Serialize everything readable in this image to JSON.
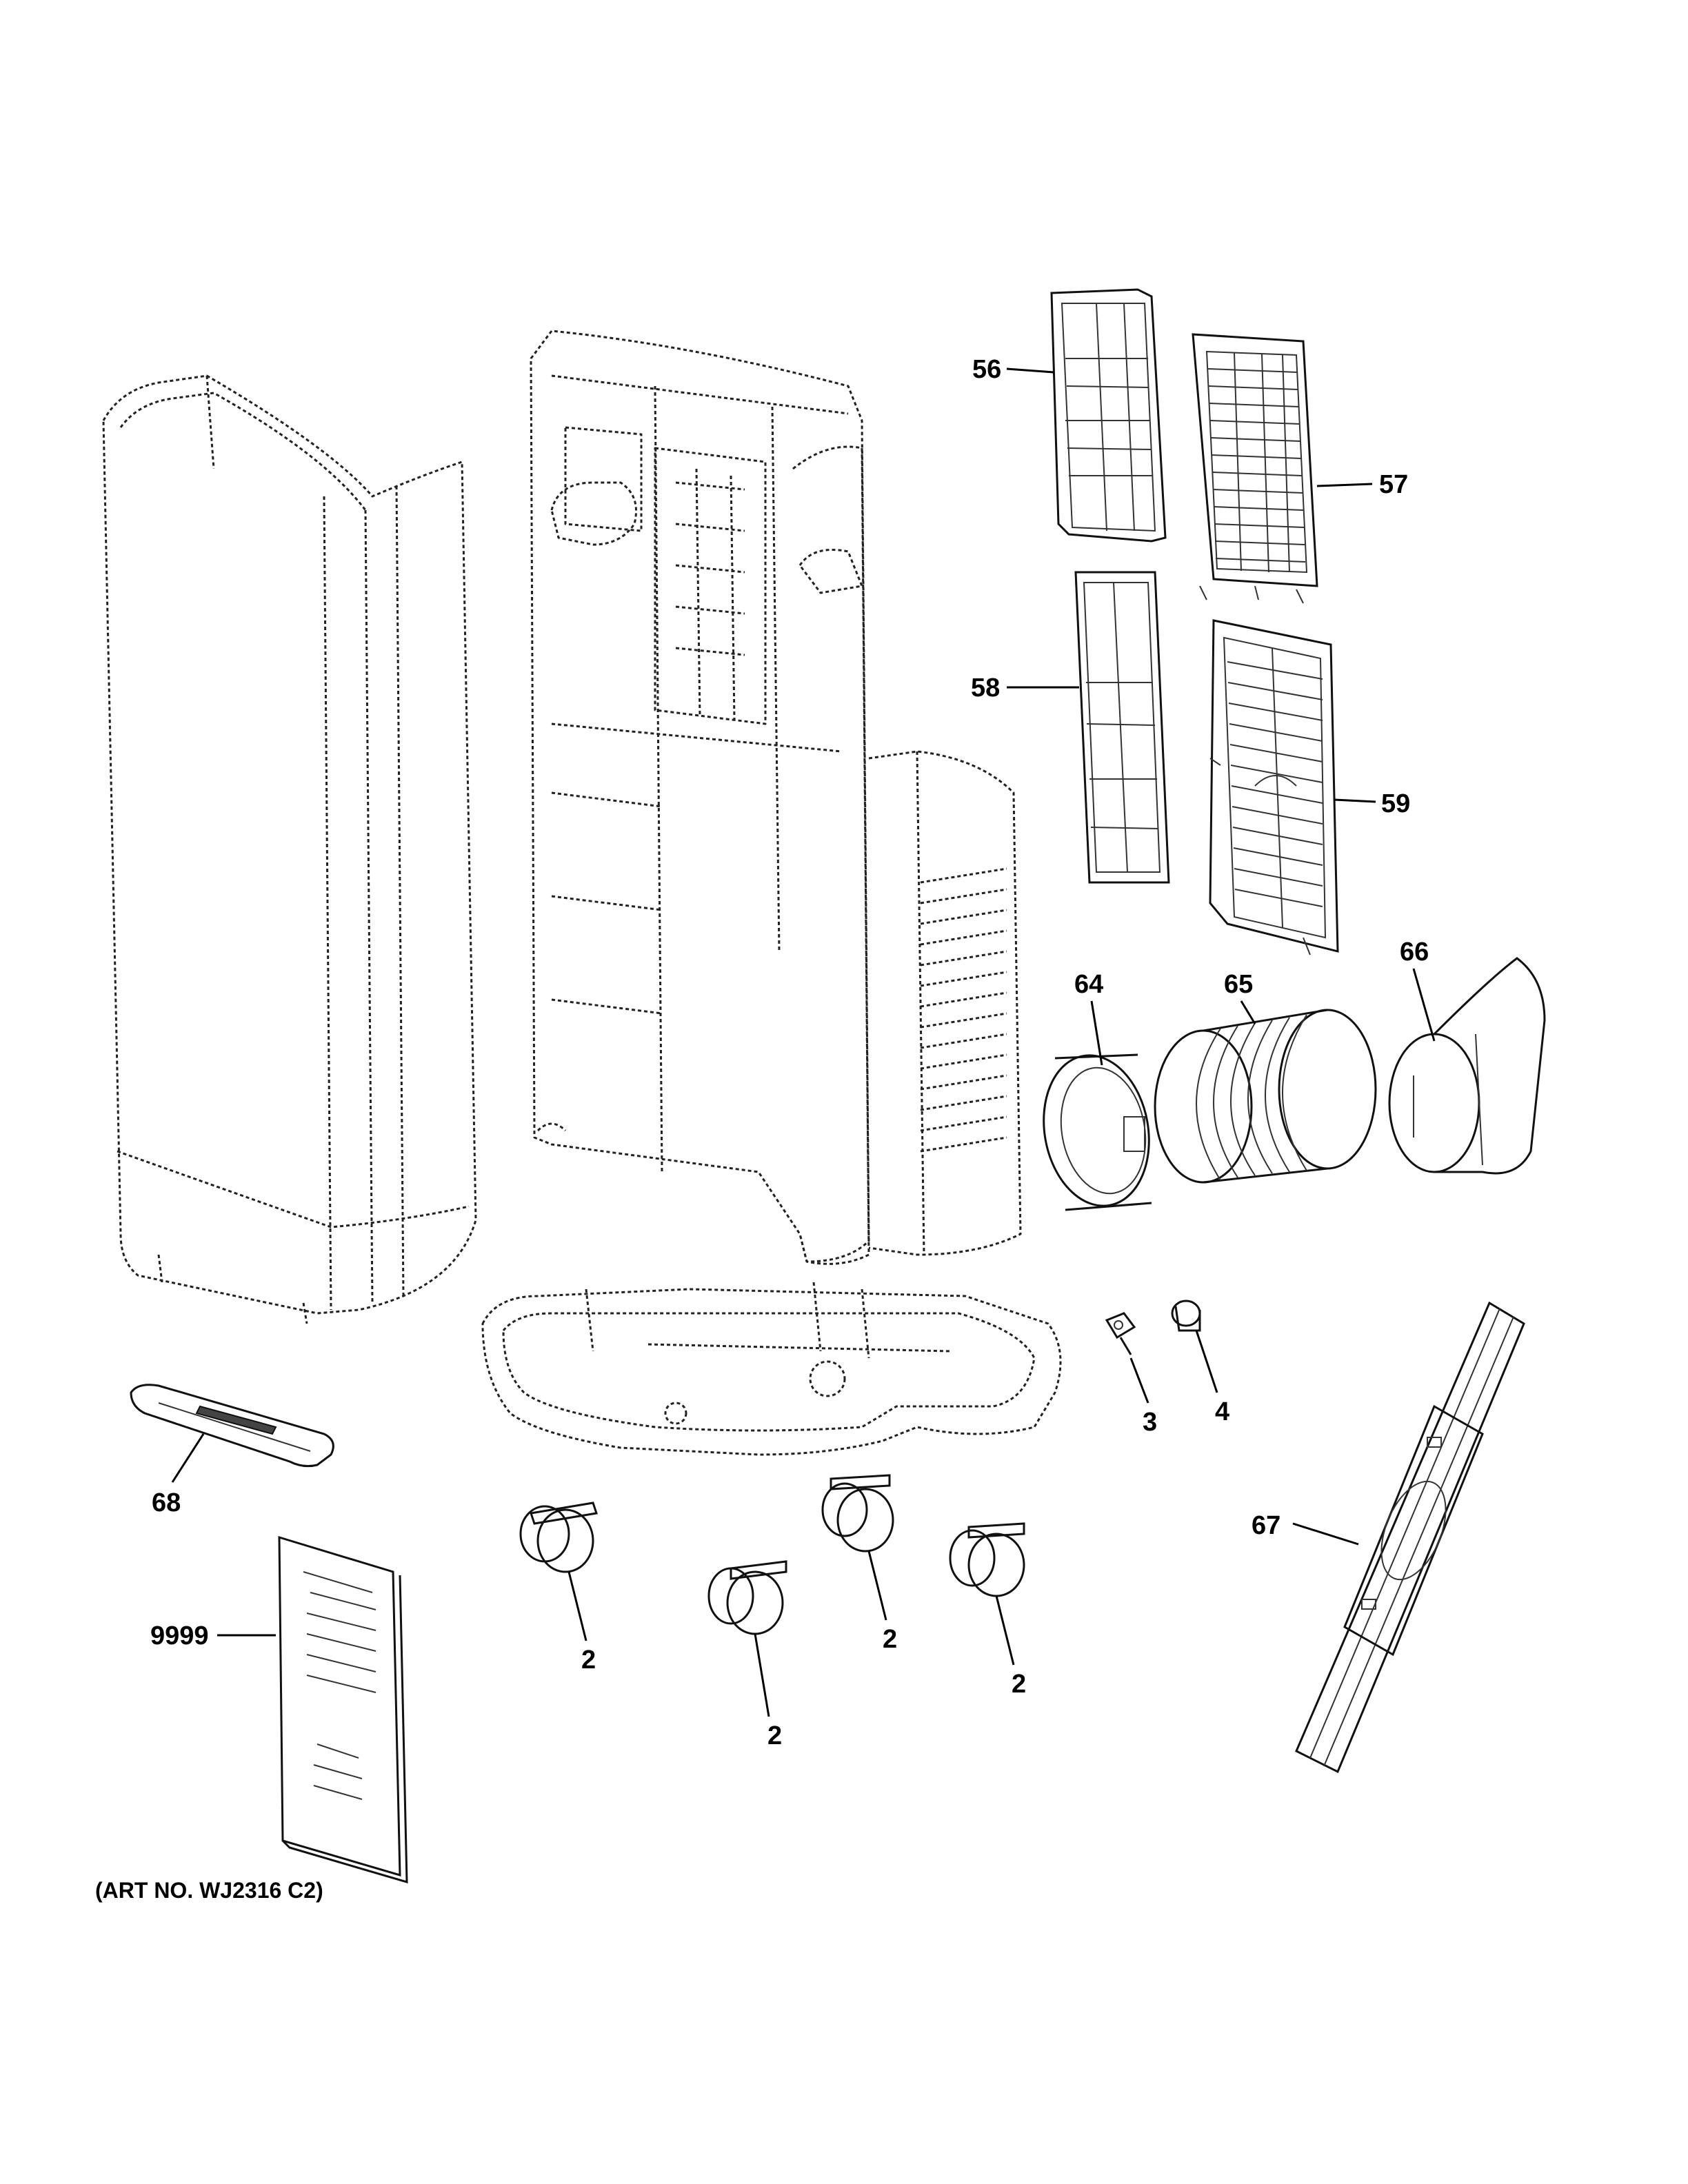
{
  "callouts": {
    "c56": "56",
    "c57": "57",
    "c58": "58",
    "c59": "59",
    "c64": "64",
    "c65": "65",
    "c66": "66",
    "c3": "3",
    "c4": "4",
    "c67": "67",
    "c68": "68",
    "c9999": "9999",
    "c2a": "2",
    "c2b": "2",
    "c2c": "2",
    "c2d": "2"
  },
  "art_number": "(ART NO. WJ2316 C2)"
}
